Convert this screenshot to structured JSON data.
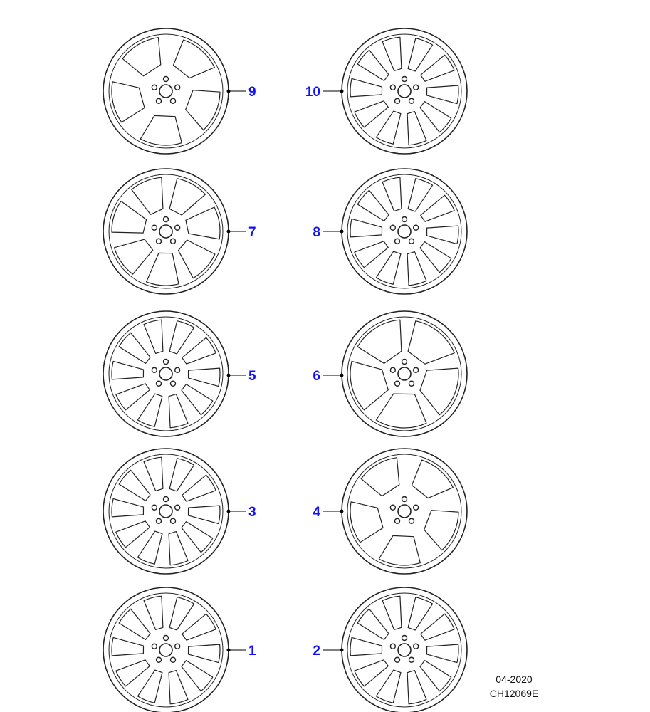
{
  "diagram": {
    "callouts": [
      {
        "label": "9"
      },
      {
        "label": "10"
      },
      {
        "label": "7"
      },
      {
        "label": "8"
      },
      {
        "label": "5"
      },
      {
        "label": "6"
      },
      {
        "label": "3"
      },
      {
        "label": "4"
      },
      {
        "label": "1"
      },
      {
        "label": "2"
      }
    ],
    "date": "04-2020",
    "illustration_code": "CH12069E",
    "colors": {
      "callout": "#1010ff",
      "line": "#222222"
    }
  }
}
